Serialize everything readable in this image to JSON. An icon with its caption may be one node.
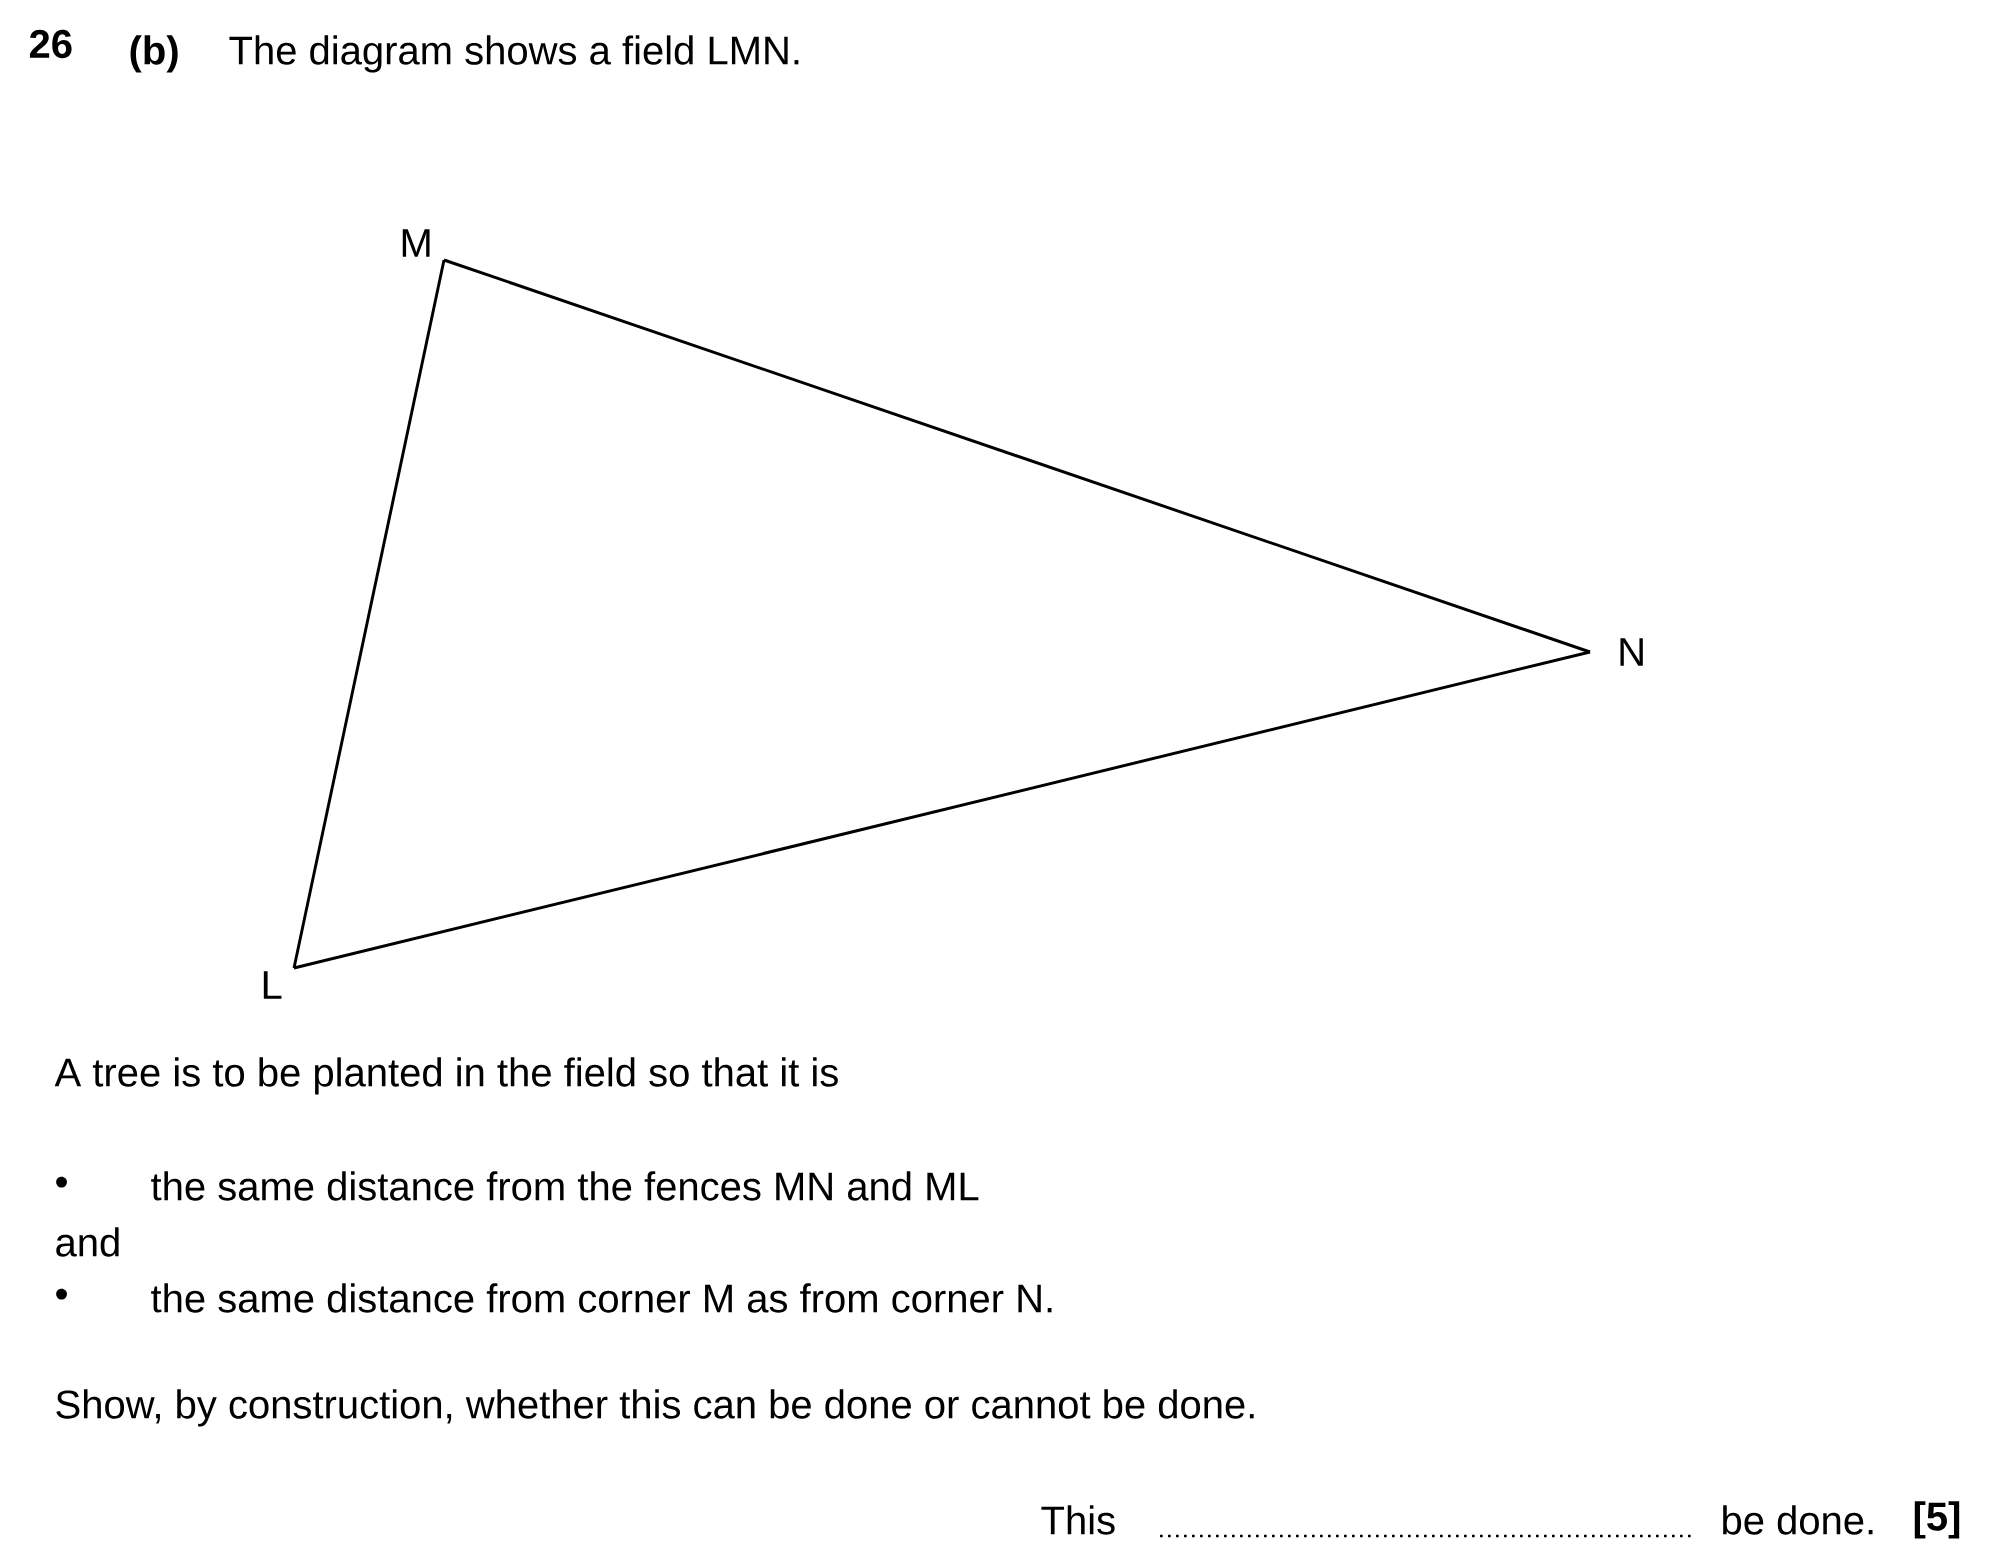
{
  "diagram": {
    "nodes": [
      {
        "text": [
          "M"
        ]
      },
      {
        "text": [
          "N"
        ]
      },
      {
        "text": [
          "L"
        ]
      }
    ],
    "edges": [
      {
        "from": 0,
        "to": 1,
        "arrow": "none"
      },
      {
        "from": 1,
        "to": 2,
        "arrow": "none"
      },
      {
        "from": 2,
        "to": 0,
        "arrow": "none"
      }
    ],
    "labels": [
      "26",
      "(b)",
      "The diagram shows a field LMN.",
      "A tree is to be planted in the field so that it is",
      "•",
      "the same distance from the fences MN and ML",
      "and",
      "•",
      "the same distance from corner M as from corner N.",
      "Show, by construction, whether this can be done or cannot be done.",
      "This",
      "be done.",
      "[5]"
    ]
  }
}
